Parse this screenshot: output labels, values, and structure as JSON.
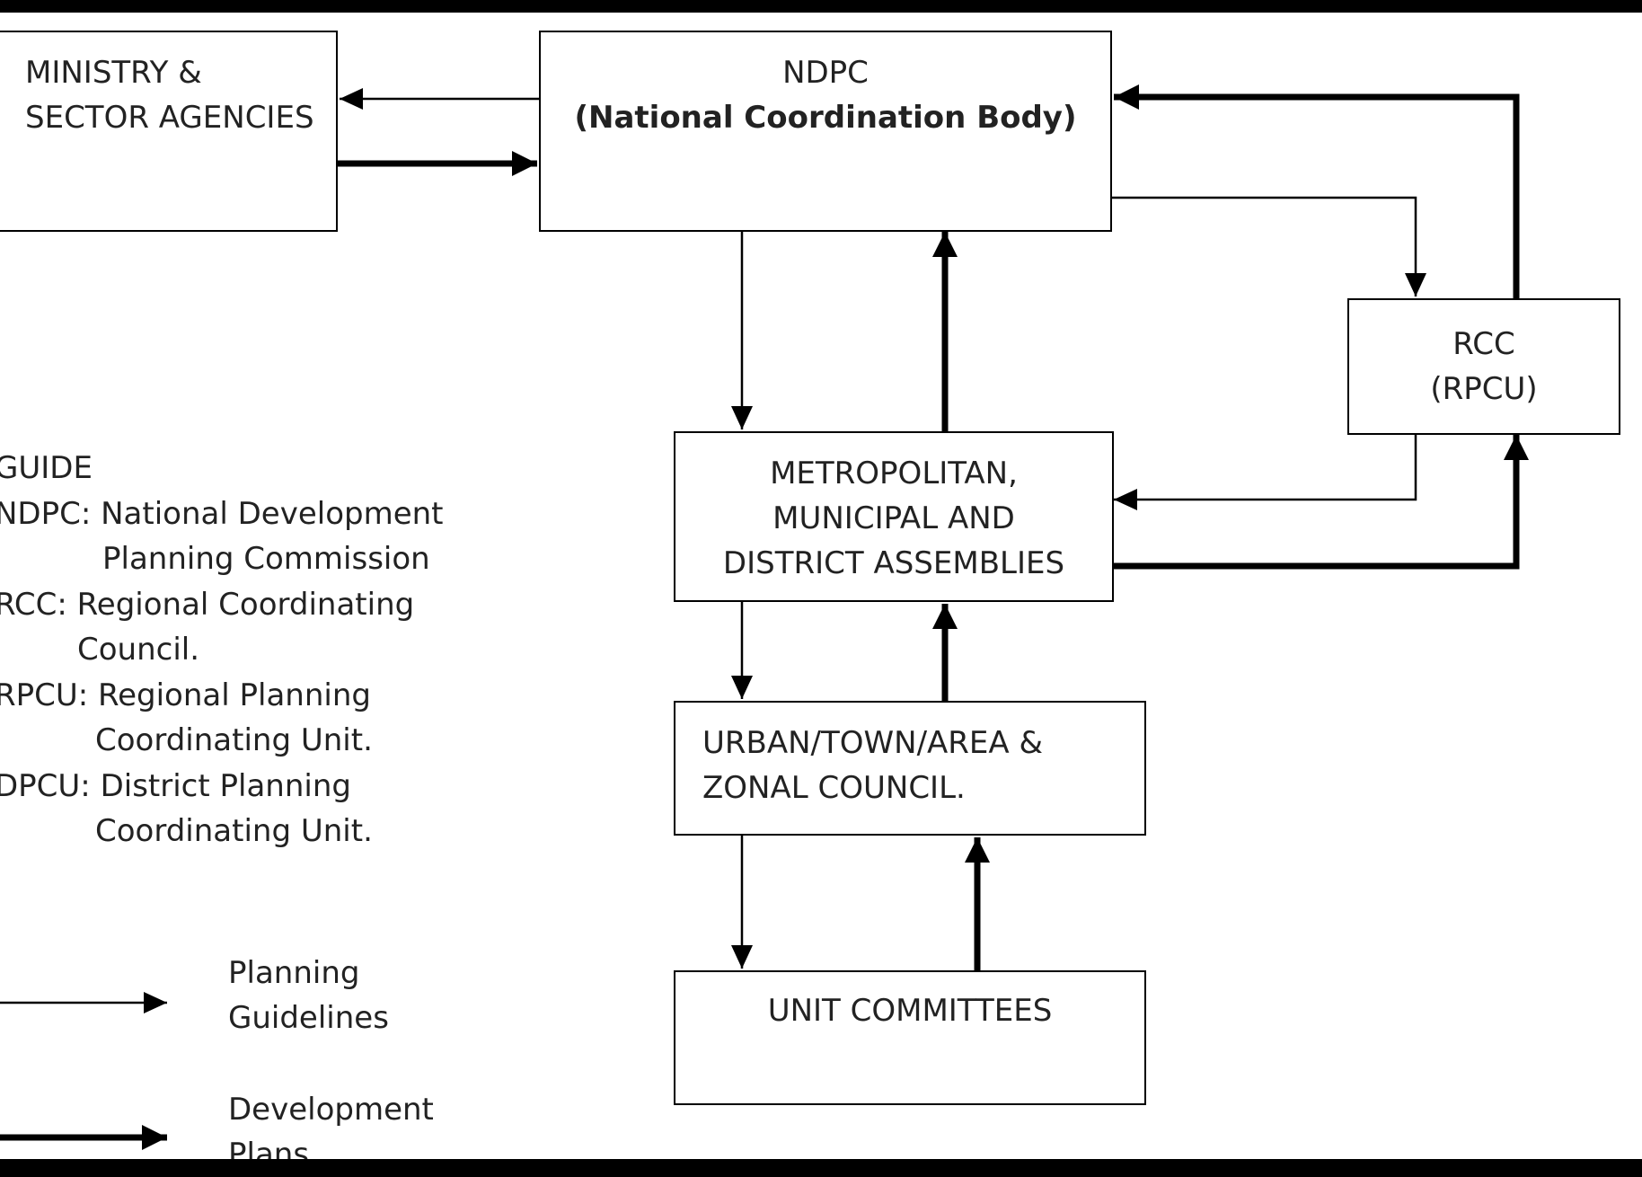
{
  "nodes": {
    "ministry": {
      "lines": [
        "MINISTRY &",
        "SECTOR AGENCIES"
      ]
    },
    "ndpc": {
      "lines": [
        "NDPC",
        "(National Coordination Body)"
      ]
    },
    "rcc": {
      "lines": [
        "RCC",
        "(RPCU)"
      ]
    },
    "mmda": {
      "lines": [
        "METROPOLITAN,",
        "MUNICIPAL AND",
        "DISTRICT ASSEMBLIES"
      ]
    },
    "urban": {
      "lines": [
        "URBAN/TOWN/AREA &",
        "ZONAL COUNCIL."
      ]
    },
    "unit": {
      "lines": [
        "UNIT COMMITTEES"
      ]
    }
  },
  "guide": {
    "lines": [
      "GUIDE",
      "NDPC: National Development",
      "Planning Commission",
      "RCC: Regional Coordinating",
      "Council.",
      "RPCU: Regional Planning",
      "Coordinating Unit.",
      "DPCU: District Planning",
      "Coordinating Unit."
    ]
  },
  "legend": {
    "planning": {
      "lines": [
        "Planning",
        "Guidelines"
      ]
    },
    "development": {
      "lines": [
        "Development",
        "Plans"
      ]
    }
  },
  "colors": {
    "background": "#000000",
    "canvas": "#ffffff",
    "ink": "#000000",
    "text": "#222222"
  }
}
